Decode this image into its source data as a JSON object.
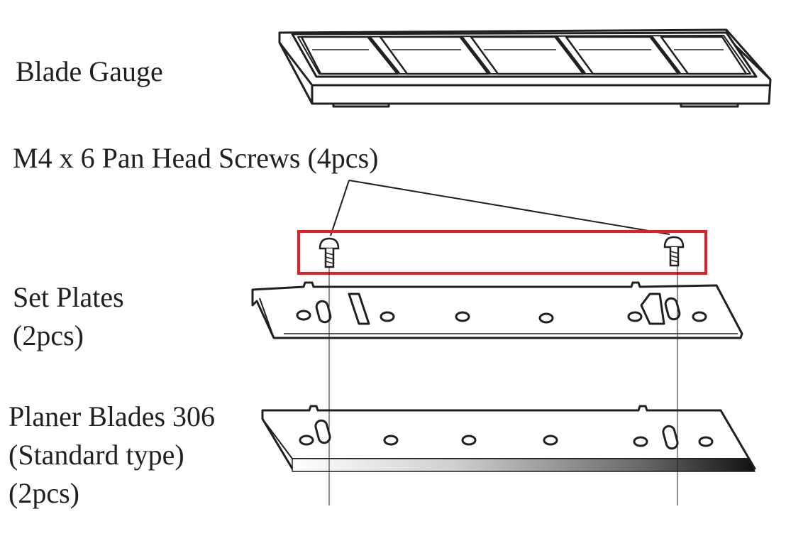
{
  "labels": {
    "blade_gauge": "Blade Gauge",
    "screws": "M4 x 6 Pan Head Screws (4pcs)",
    "set_plates": [
      "Set Plates",
      "(2pcs)"
    ],
    "planer_blades": [
      "Planer Blades 306",
      "(Standard type)",
      "(2pcs)"
    ]
  },
  "colors": {
    "ink": "#231f20",
    "highlight": "#e31e24"
  }
}
